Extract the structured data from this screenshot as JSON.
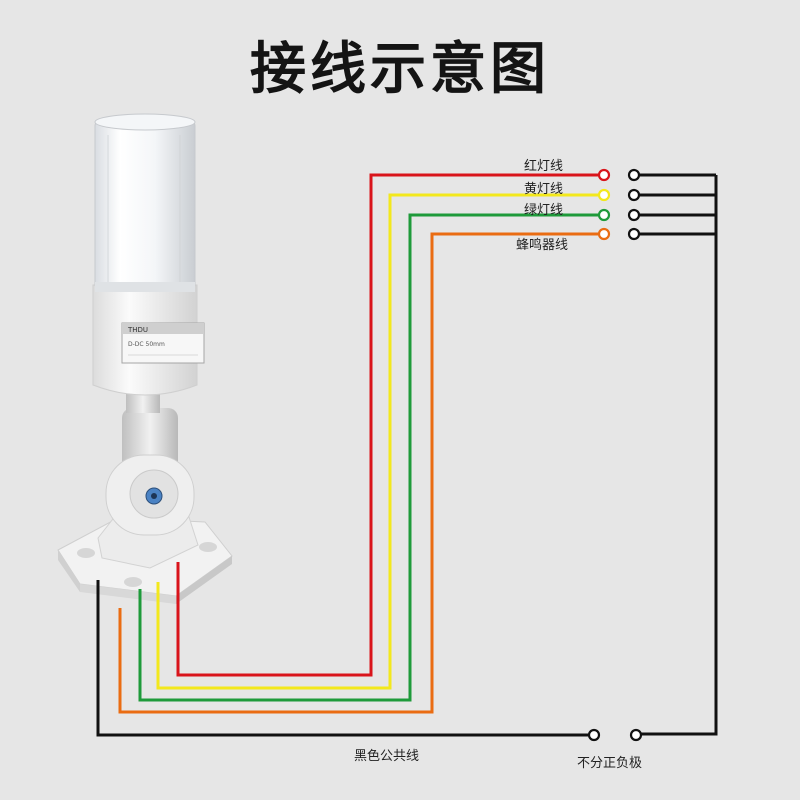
{
  "title": "接线示意图",
  "colors": {
    "red": "#d9141b",
    "yellow": "#f3e81c",
    "green": "#1e9a3a",
    "orange": "#ea6c12",
    "black": "#111111",
    "background": "#e6e6e6"
  },
  "device": {
    "label_header": "THDU",
    "label_line": "D-DC 50mm"
  },
  "wires": [
    {
      "id": "red",
      "label": "红灯线",
      "color": "red"
    },
    {
      "id": "yellow",
      "label": "黄灯线",
      "color": "yellow"
    },
    {
      "id": "green",
      "label": "绿灯线",
      "color": "green"
    },
    {
      "id": "orange",
      "label": "蜂鸣器线",
      "color": "orange"
    }
  ],
  "common_wire_label": "黑色公共线",
  "polarity_note": "不分正负极"
}
